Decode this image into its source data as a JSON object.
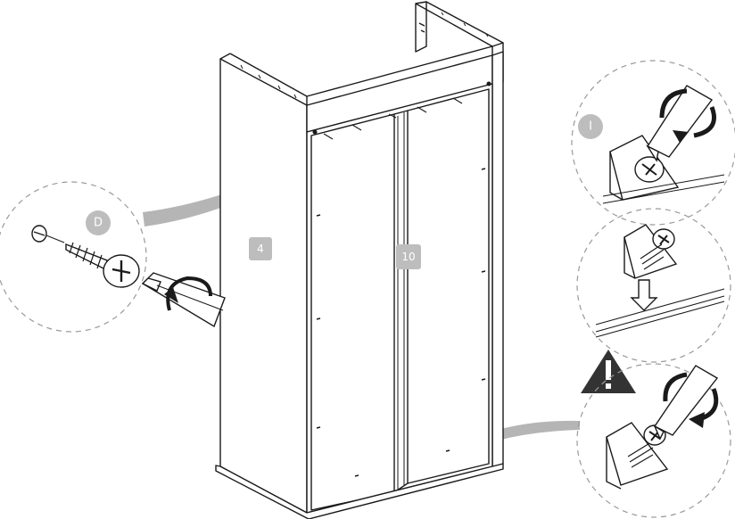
{
  "labels": {
    "badge_d": "D",
    "badge_i": "I",
    "panel_side": "4",
    "panel_door": "10"
  },
  "colors": {
    "stroke": "#1a1a1a",
    "badge_fill": "#bdbdbd",
    "callout_gray": "#b5b5b5",
    "dash": "#9a9a9a",
    "warning": "#333333"
  },
  "icons": [
    "screw-icon",
    "screwdriver-icon",
    "rotation-arrow-icon",
    "warning-icon",
    "down-arrow-icon",
    "bracket-icon"
  ]
}
